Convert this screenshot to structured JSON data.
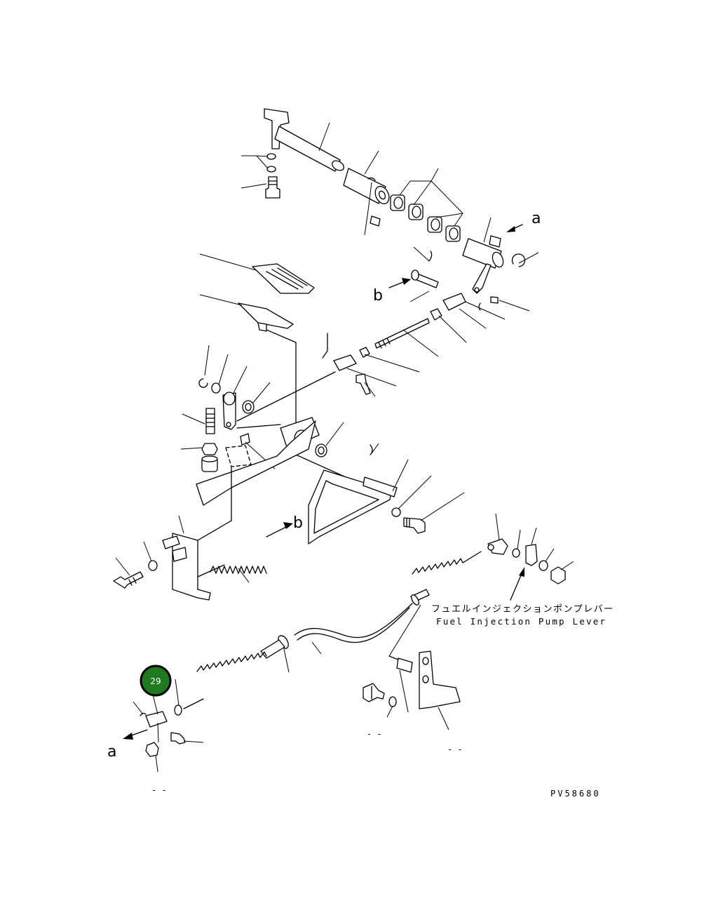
{
  "callout": {
    "number": "29",
    "color": "#1f7a1f"
  },
  "refs": {
    "a_top": "a",
    "b_mid": "b",
    "b_spring": "b",
    "a_bottom": "a"
  },
  "target_label": {
    "japanese": "フュエルインジェクションポンプレバー",
    "english": "Fuel Injection Pump Lever"
  },
  "dash_marks": {
    "left": "- -",
    "middle": "- -",
    "right": "- -"
  },
  "drawing_number": "PV58680"
}
